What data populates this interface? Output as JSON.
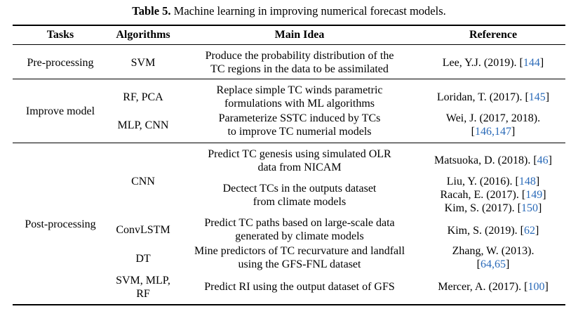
{
  "caption": {
    "label": "Table 5.",
    "text": " Machine learning in improving numerical forecast models."
  },
  "headers": {
    "tasks": "Tasks",
    "algorithms": "Algorithms",
    "main_idea": "Main Idea",
    "reference": "Reference"
  },
  "groups": [
    {
      "task": "Pre-processing"
    },
    {
      "task": "Improve model"
    },
    {
      "task": "Post-processing"
    }
  ],
  "algorithms": [
    "SVM",
    "RF, PCA",
    "MLP, CNN",
    "CNN",
    "ConvLSTM",
    "DT",
    "SVM, MLP,",
    "RF"
  ],
  "ideas": [
    [
      "Produce the probability distribution of the",
      "TC regions in the data to be assimilated"
    ],
    [
      "Replace simple TC winds parametric",
      "formulations with ML algorithms"
    ],
    [
      "Parameterize SSTC induced by TCs",
      "to improve TC numerial models"
    ],
    [
      "Predict TC genesis using simulated OLR",
      "data from NICAM"
    ],
    [
      "Dectect TCs in the outputs dataset",
      "from climate models"
    ],
    [
      "Predict TC paths based on large-scale data",
      "generated by climate models"
    ],
    [
      "Mine predictors of TC recurvature and landfall",
      "using the GFS-FNL dataset"
    ],
    [
      "Predict RI using the output dataset of GFS"
    ]
  ],
  "refs": [
    {
      "text": "Lee, Y.J. (2019). [",
      "link": "144",
      "end": "]"
    },
    {
      "text": "Loridan, T. (2017). [",
      "link": "145",
      "end": "]"
    },
    {
      "text": "Wei, J. (2017, 2018).",
      "link": "",
      "end": ""
    },
    {
      "text": "[",
      "link": "146,147",
      "end": "]"
    },
    {
      "text": "Matsuoka, D. (2018). [",
      "link": "46",
      "end": "]"
    },
    {
      "text": "Liu, Y. (2016). [",
      "link": "148",
      "end": "]"
    },
    {
      "text": "Racah, E. (2017). [",
      "link": "149",
      "end": "]"
    },
    {
      "text": "Kim, S. (2017). [",
      "link": "150",
      "end": "]"
    },
    {
      "text": "Kim, S. (2019). [",
      "link": "62",
      "end": "]"
    },
    {
      "text": "Zhang, W. (2013).",
      "link": "",
      "end": ""
    },
    {
      "text": "[",
      "link": "64,65",
      "end": "]"
    },
    {
      "text": "Mercer, A. (2017). [",
      "link": "100",
      "end": "]"
    }
  ]
}
